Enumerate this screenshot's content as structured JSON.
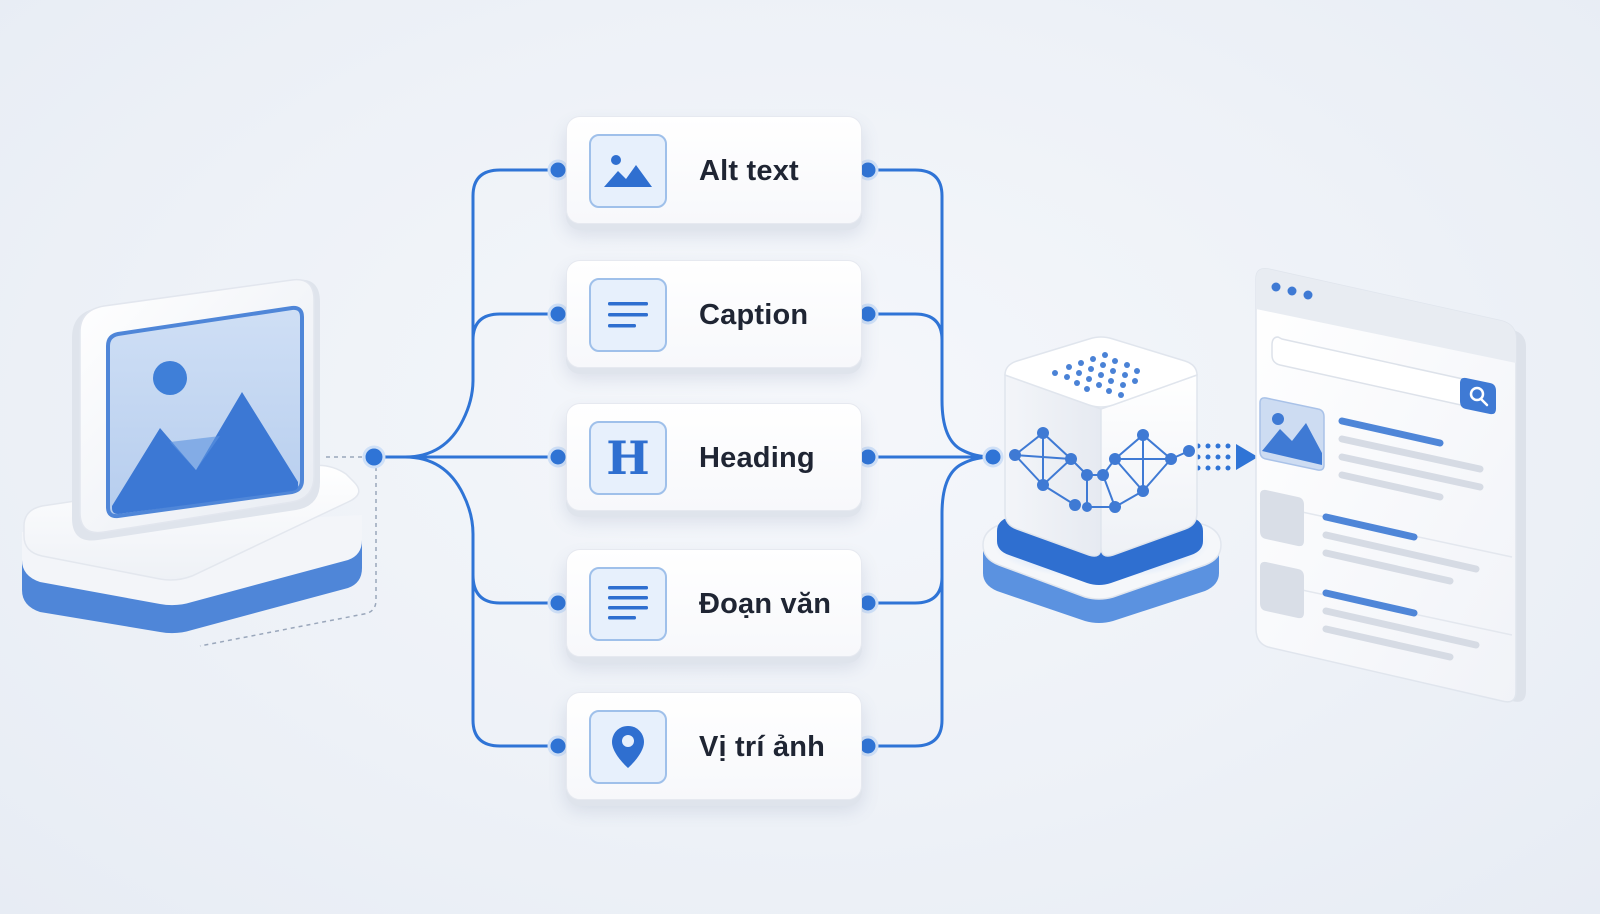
{
  "items": [
    {
      "label": "Alt text",
      "icon": "image-icon"
    },
    {
      "label": "Caption",
      "icon": "caption-lines-icon"
    },
    {
      "label": "Heading",
      "icon": "heading-icon"
    },
    {
      "label": "Đoạn văn",
      "icon": "paragraph-lines-icon"
    },
    {
      "label": "Vị trí ảnh",
      "icon": "location-pin-icon"
    }
  ],
  "heading_glyph": "H",
  "colors": {
    "accent": "#2f6fd0",
    "accent_light": "#e7f0fc",
    "accent_border": "#9fc0ea",
    "text": "#1f2533",
    "background": "#eef2f8"
  }
}
